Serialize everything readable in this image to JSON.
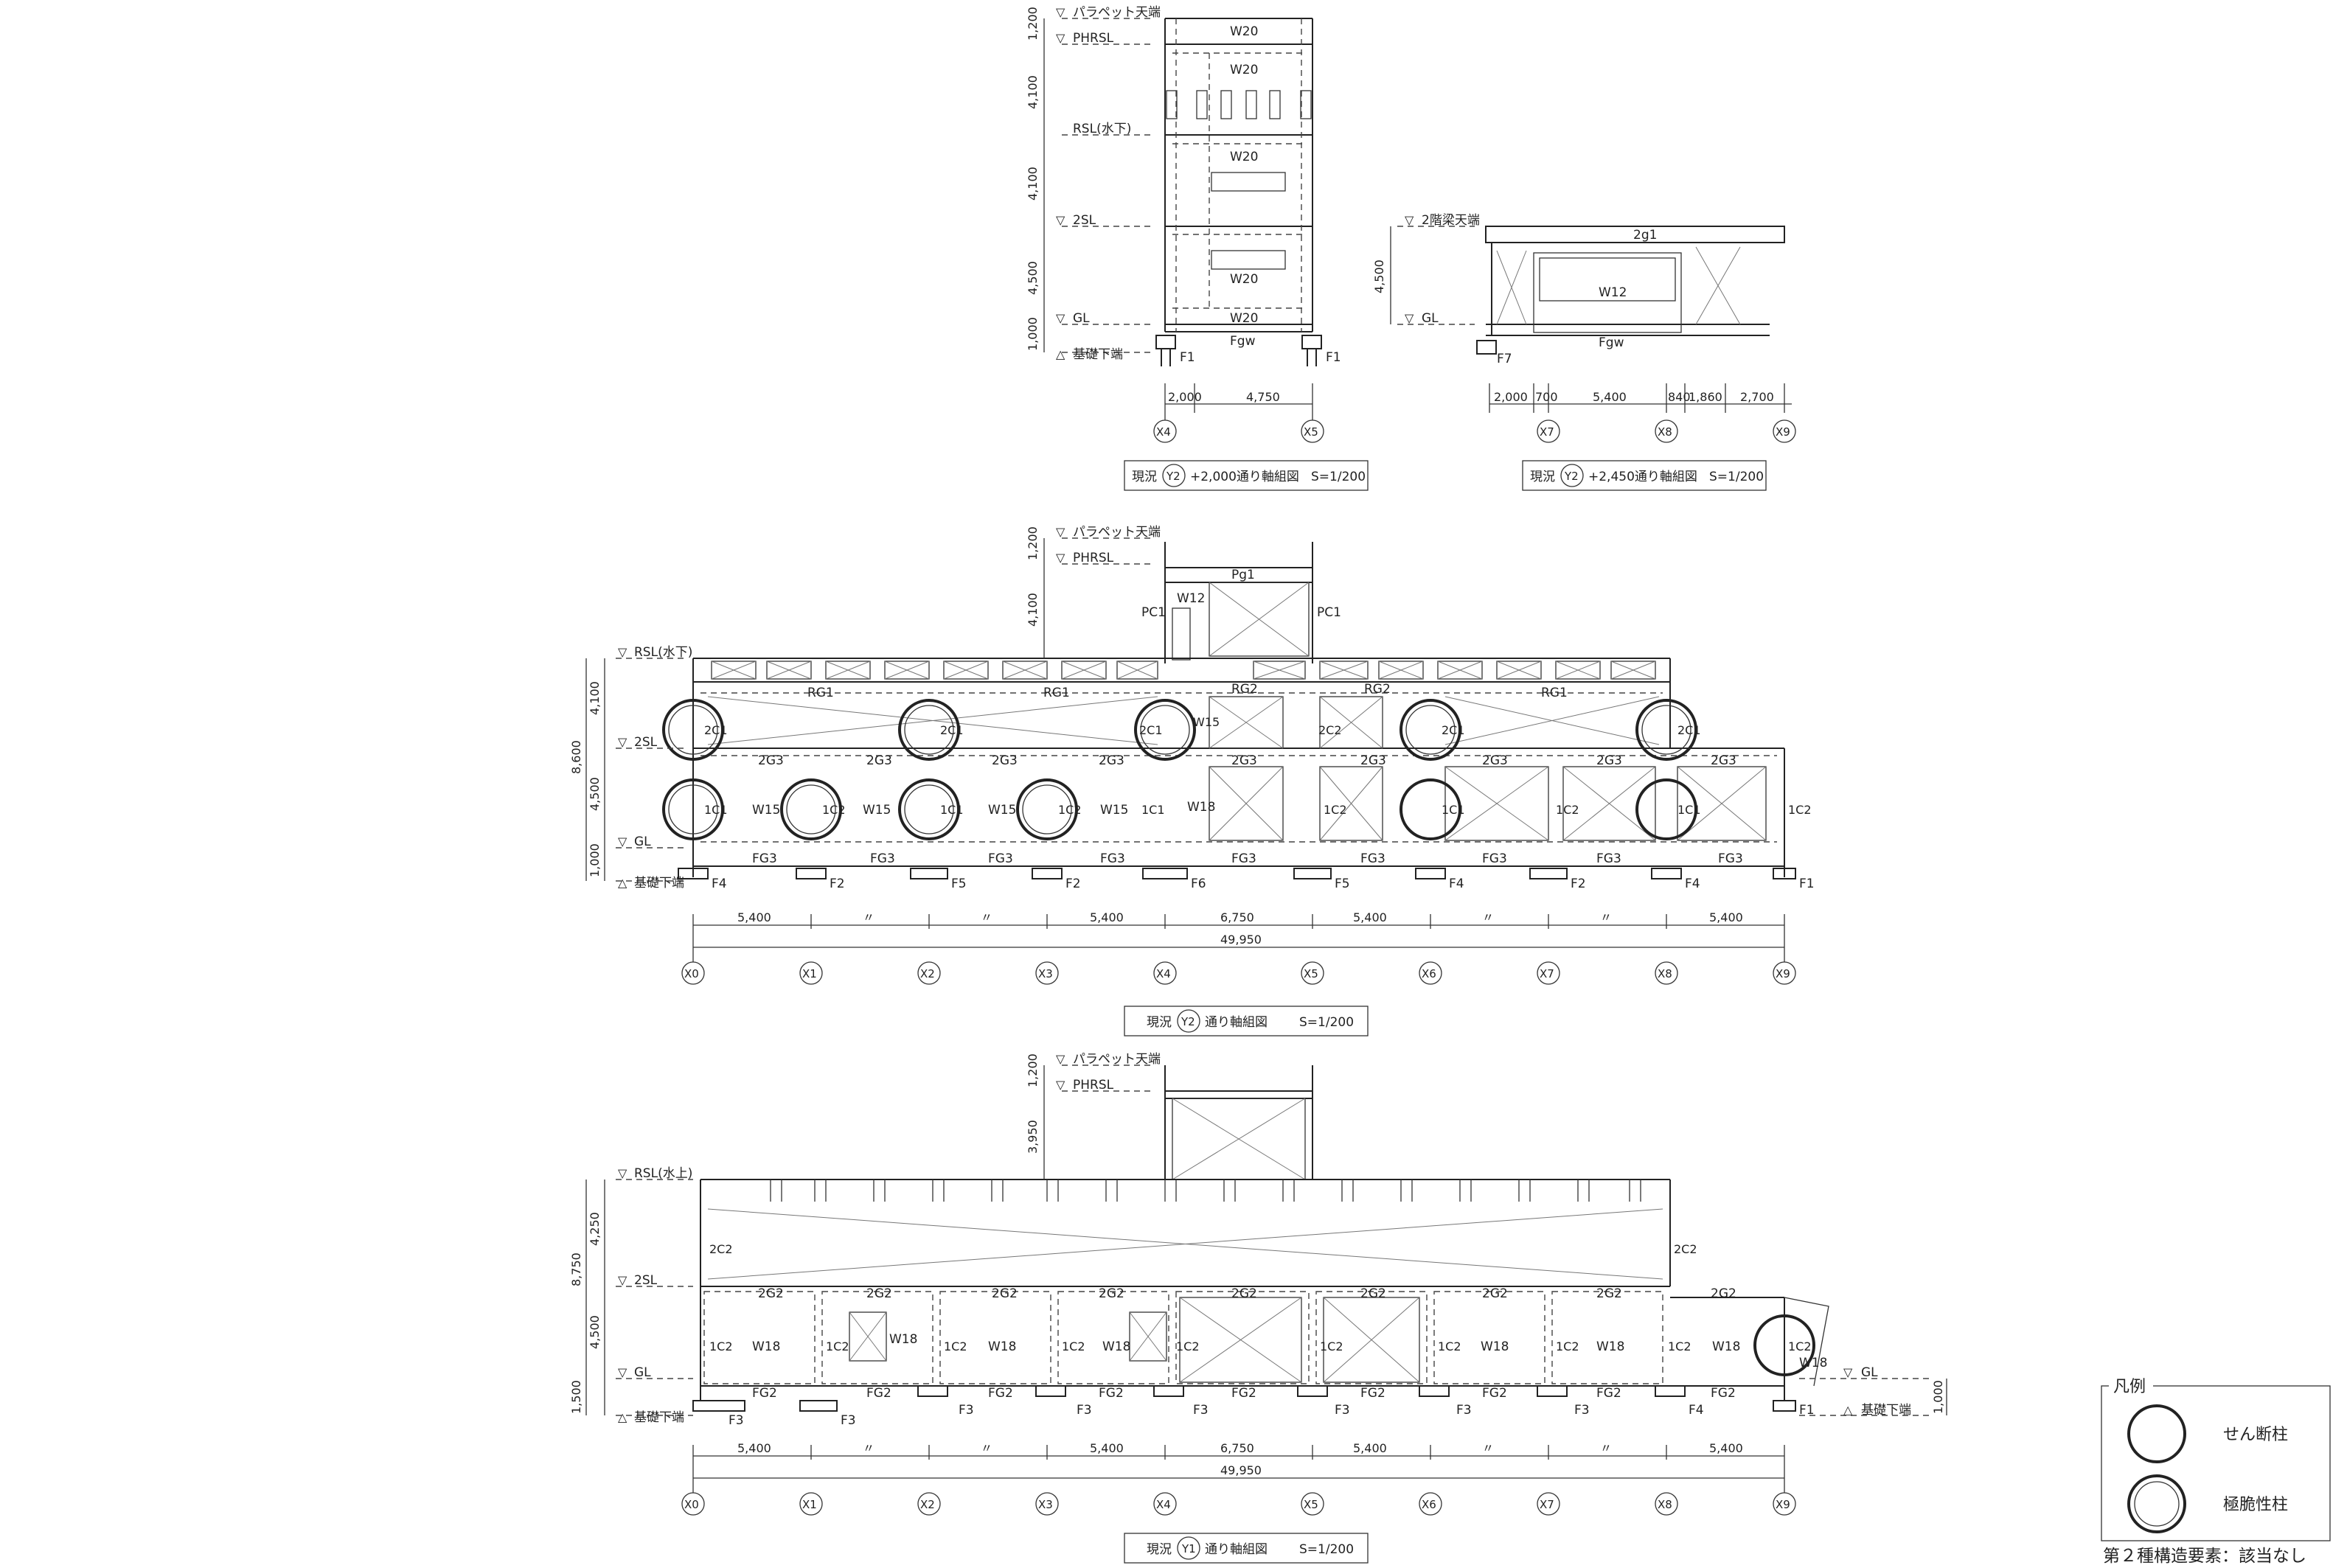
{
  "levels": {
    "parapet": "パラペット天端",
    "phrsl": "PHRSL",
    "rsl_below": "RSL(水下)",
    "rsl_above": "RSL(水上)",
    "sl2": "2SL",
    "gl": "GL",
    "foundation": "基礎下端",
    "beam2": "2階梁天端"
  },
  "axes": [
    "X0",
    "X1",
    "X2",
    "X3",
    "X4",
    "X5",
    "X6",
    "X7",
    "X8",
    "X9"
  ],
  "titles": {
    "prefix": "現況",
    "axis_y2": "Y2",
    "axis_y1": "Y1",
    "t1_suffix": "+2,000通り軸組図",
    "t2_suffix": "+2,450通り軸組図",
    "t3_suffix": "通り軸組図",
    "t4_suffix": "通り軸組図",
    "scale": "S=1/200"
  },
  "dims": {
    "d1200": "1,200",
    "d4100": "4,100",
    "d4500": "4,500",
    "d1000": "1,000",
    "d8600": "8,600",
    "d8750": "8,750",
    "d4250": "4,250",
    "d3950": "3,950",
    "d1500": "1,500",
    "d2000": "2,000",
    "d4750": "4,750",
    "d700": "700",
    "d5400": "5,400",
    "d840": "840",
    "d1860": "1,860",
    "d2700": "2,700",
    "d6750": "6,750",
    "d49950": "49,950",
    "ditto": "〃"
  },
  "members": {
    "W20": "W20",
    "Fgw": "Fgw",
    "F1": "F1",
    "F2": "F2",
    "F3": "F3",
    "F4": "F4",
    "F5": "F5",
    "F6": "F6",
    "F7": "F7",
    "2g1": "2g1",
    "W12": "W12",
    "Pg1": "Pg1",
    "PC1": "PC1",
    "RG1": "RG1",
    "RG2": "RG2",
    "2G3": "2G3",
    "2G2": "2G2",
    "2C1": "2C1",
    "2C2": "2C2",
    "1C1": "1C1",
    "1C2": "1C2",
    "W15": "W15",
    "W18": "W18",
    "FG3": "FG3",
    "FG2": "FG2"
  },
  "legend": {
    "title": "凡例",
    "shear": "せん断柱",
    "brittle": "極脆性柱",
    "note": "第２種構造要素：該当なし"
  }
}
